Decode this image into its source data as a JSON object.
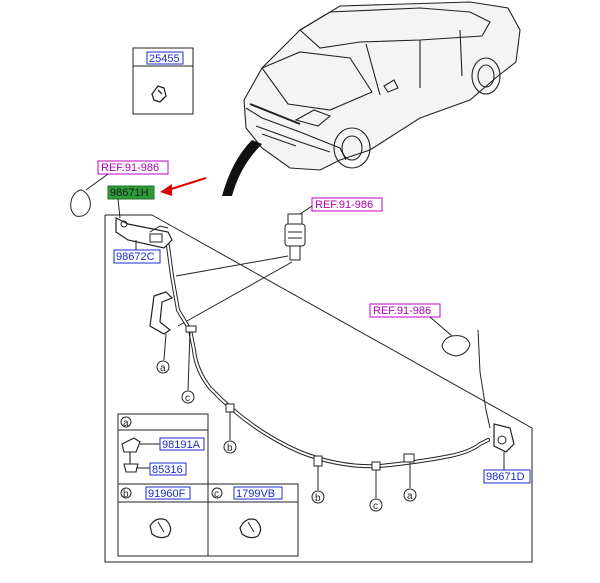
{
  "parts": {
    "top_box": "25455",
    "highlighted": "98671H",
    "left_bracket": "98672C",
    "right_nozzle": "98671D",
    "inset_a_upper": "98191A",
    "inset_a_lower": "85316",
    "inset_b": "91960F",
    "inset_c": "1799VB"
  },
  "refs": {
    "upper_left": "REF.91-986",
    "pump": "REF.91-986",
    "right": "REF.91-986"
  },
  "callouts": {
    "a": "a",
    "b": "b",
    "c": "c"
  },
  "colors": {
    "highlight_fill": "#2e9c3a",
    "ref_border": "#c000c0",
    "part_border": "#1a2bd0",
    "arrow": "#e00000"
  }
}
